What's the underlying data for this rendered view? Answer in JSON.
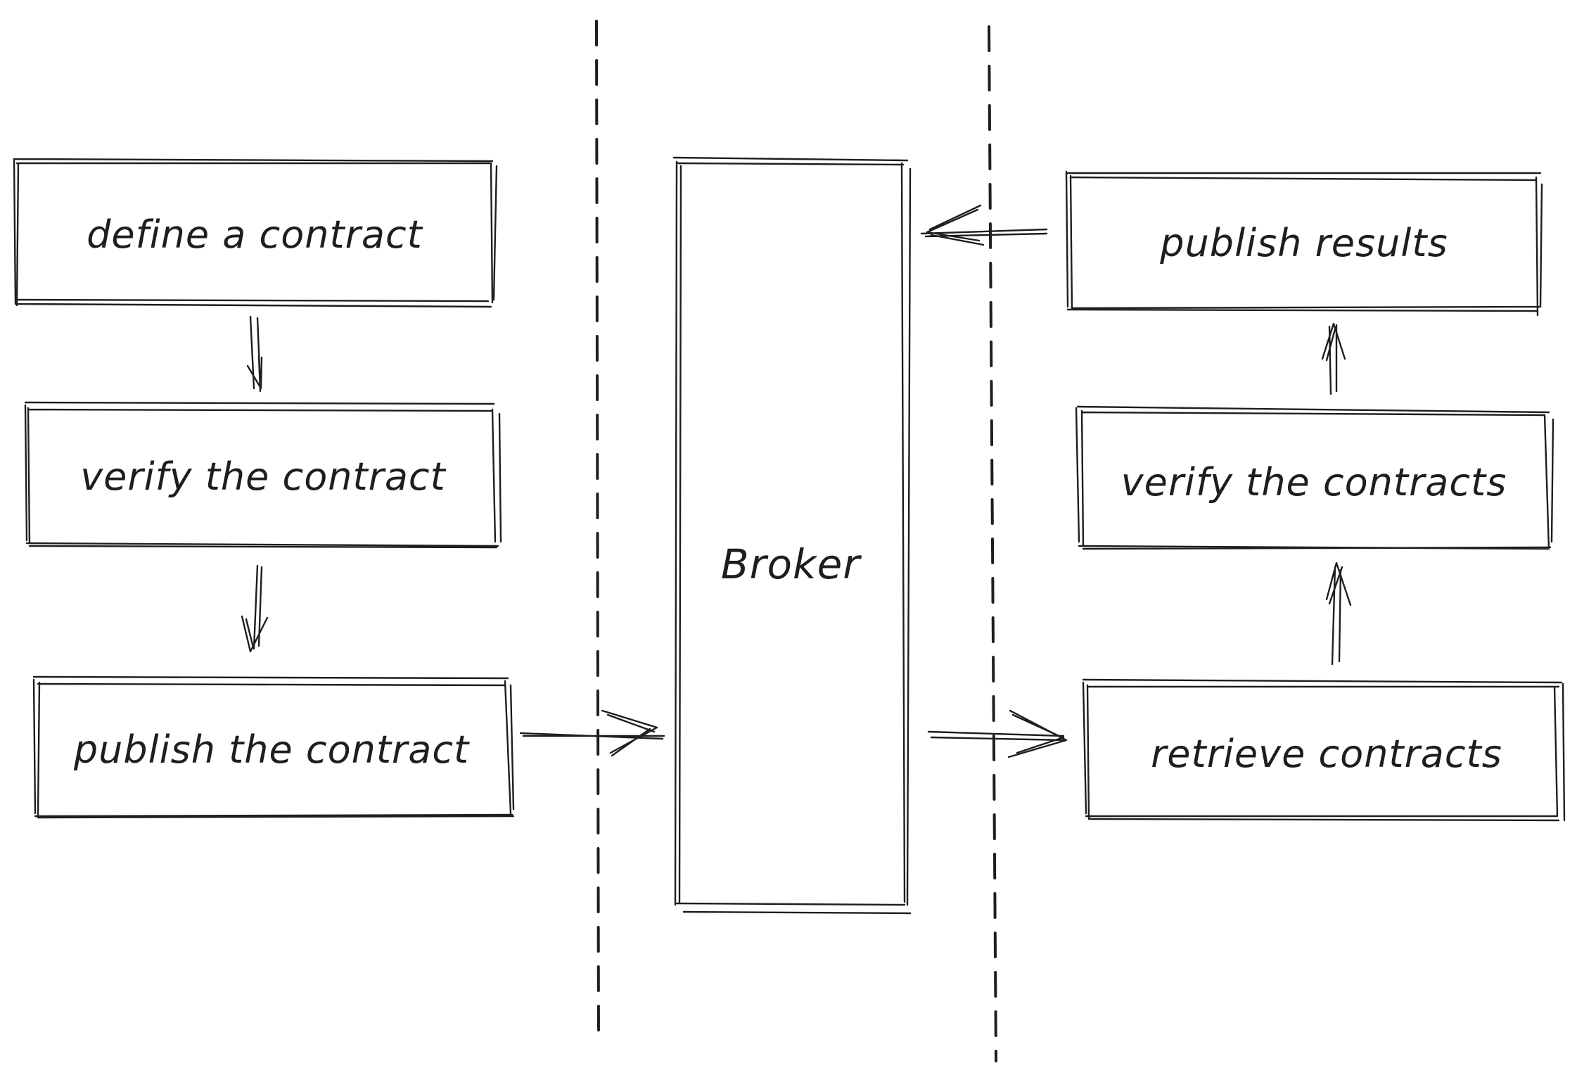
{
  "diagram": {
    "consumer_steps": [
      {
        "label": "define a contract"
      },
      {
        "label": "verify the contract"
      },
      {
        "label": "publish the contract"
      }
    ],
    "broker": {
      "label": "Broker"
    },
    "provider_steps": [
      {
        "label": "publish results"
      },
      {
        "label": "verify the contracts"
      },
      {
        "label": "retrieve contracts"
      }
    ]
  }
}
